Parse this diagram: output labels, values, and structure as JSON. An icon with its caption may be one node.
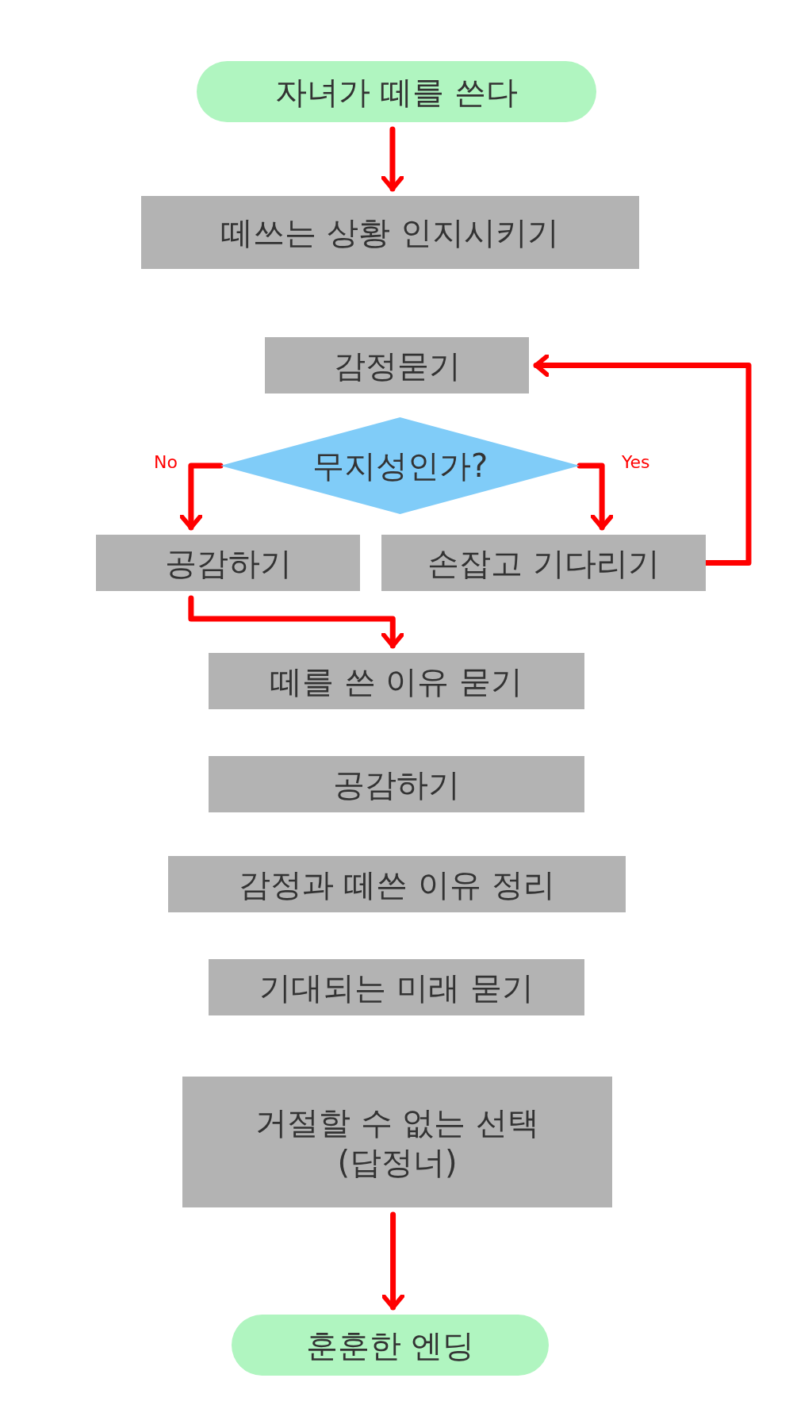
{
  "diagram": {
    "nodes": [
      {
        "text": [
          "자녀가 떼를 쓴다"
        ]
      },
      {
        "text": [
          "떼쓰는 상황 인지시키기"
        ]
      },
      {
        "text": [
          "감정묻기"
        ]
      },
      {
        "text": [
          "무지성인가?"
        ]
      },
      {
        "text": [
          "공감하기"
        ]
      },
      {
        "text": [
          "손잡고 기다리기"
        ]
      },
      {
        "text": [
          "떼를 쓴 이유 묻기"
        ]
      },
      {
        "text": [
          "공감하기"
        ]
      },
      {
        "text": [
          "감정과 떼쓴 이유 정리"
        ]
      },
      {
        "text": [
          "기대되는 미래 묻기"
        ]
      },
      {
        "text": [
          "거절할 수 없는 선택 (답정너)"
        ]
      },
      {
        "text": [
          "훈훈한 엔딩"
        ]
      }
    ],
    "edges": [
      {
        "from": 0,
        "to": 1,
        "arrow": "to"
      },
      {
        "from": 3,
        "to": 4,
        "arrow": "to",
        "label": "No"
      },
      {
        "from": 3,
        "to": 5,
        "arrow": "to",
        "label": "Yes"
      },
      {
        "from": 5,
        "to": 2,
        "arrow": "to"
      },
      {
        "from": 4,
        "to": 6,
        "arrow": "to"
      },
      {
        "from": 10,
        "to": 11,
        "arrow": "to"
      }
    ]
  }
}
